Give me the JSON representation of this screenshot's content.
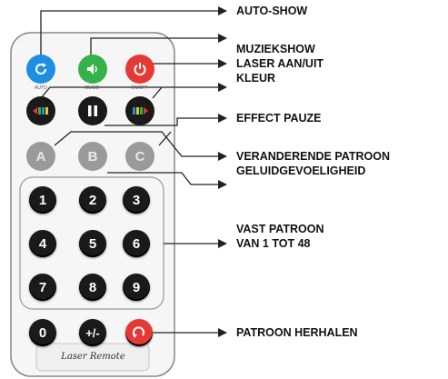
{
  "labels": {
    "auto_show": "AUTO-SHOW",
    "music_show": "MUZIEKSHOW",
    "laser_on_off": "LASER AAN/UIT",
    "color": "KLEUR",
    "effect_pause": "EFFECT PAUZE",
    "changing_pattern": "VERANDERENDE PATROON",
    "sound_sensitivity": "GELUIDGEVOELIGHEID",
    "fixed_pattern_line1": "VAST PATROON",
    "fixed_pattern_line2": "VAN 1 TOT 48",
    "repeat_pattern": "PATROON HERHALEN"
  },
  "remote": {
    "brand": "Laser Remote",
    "top_captions": {
      "auto": "AUTO",
      "music": "MUSIC",
      "onoff": "ON/OFF"
    },
    "letters": [
      "A",
      "B",
      "C"
    ],
    "digits": [
      "1",
      "2",
      "3",
      "4",
      "5",
      "6",
      "7",
      "8",
      "9",
      "0"
    ],
    "plus_minus": "+/-",
    "colors": {
      "auto": "#1e8fe0",
      "music": "#35b34a",
      "power": "#e53935",
      "repeat": "#e53935"
    }
  }
}
